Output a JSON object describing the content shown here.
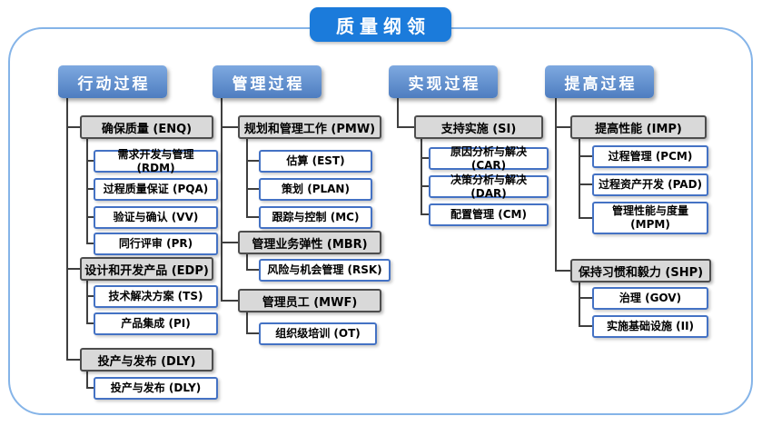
{
  "title": "质量纲领",
  "colors": {
    "title_bg": "#1b7bdb",
    "header_bg_top": "#7ea9e0",
    "header_bg_bottom": "#4e7dc0",
    "group_bg": "#d9d9d9",
    "group_border": "#4d4d4d",
    "leaf_border": "#4472c4",
    "connector": "#3f3f3f",
    "frame_border": "#85b4e8"
  },
  "columns": [
    {
      "header": "行动过程",
      "groups": [
        {
          "label": "确保质量 (ENQ)",
          "children": [
            "需求开发与管理 (RDM)",
            "过程质量保证 (PQA)",
            "验证与确认 (VV)",
            "同行评审 (PR)"
          ]
        },
        {
          "label": "设计和开发产品 (EDP)",
          "children": [
            "技术解决方案 (TS)",
            "产品集成 (PI)"
          ]
        },
        {
          "label": "投产与发布 (DLY)",
          "children": [
            "投产与发布 (DLY)"
          ]
        }
      ]
    },
    {
      "header": "管理过程",
      "groups": [
        {
          "label": "规划和管理工作 (PMW)",
          "children": [
            "估算 (EST)",
            "策划 (PLAN)",
            "跟踪与控制 (MC)"
          ]
        },
        {
          "label": "管理业务弹性 (MBR)",
          "children": [
            "风险与机会管理 (RSK)"
          ]
        },
        {
          "label": "管理员工 (MWF)",
          "children": [
            "组织级培训 (OT)"
          ]
        }
      ]
    },
    {
      "header": "实现过程",
      "groups": [
        {
          "label": "支持实施 (SI)",
          "children": [
            "原因分析与解决 (CAR)",
            "决策分析与解决 (DAR)",
            "配置管理 (CM)"
          ]
        }
      ]
    },
    {
      "header": "提高过程",
      "groups": [
        {
          "label": "提高性能 (IMP)",
          "children": [
            "过程管理 (PCM)",
            "过程资产开发 (PAD)",
            "管理性能与度量 (MPM)"
          ]
        },
        {
          "label": "保持习惯和毅力 (SHP)",
          "children": [
            "治理 (GOV)",
            "实施基础设施 (II)"
          ]
        }
      ]
    }
  ]
}
